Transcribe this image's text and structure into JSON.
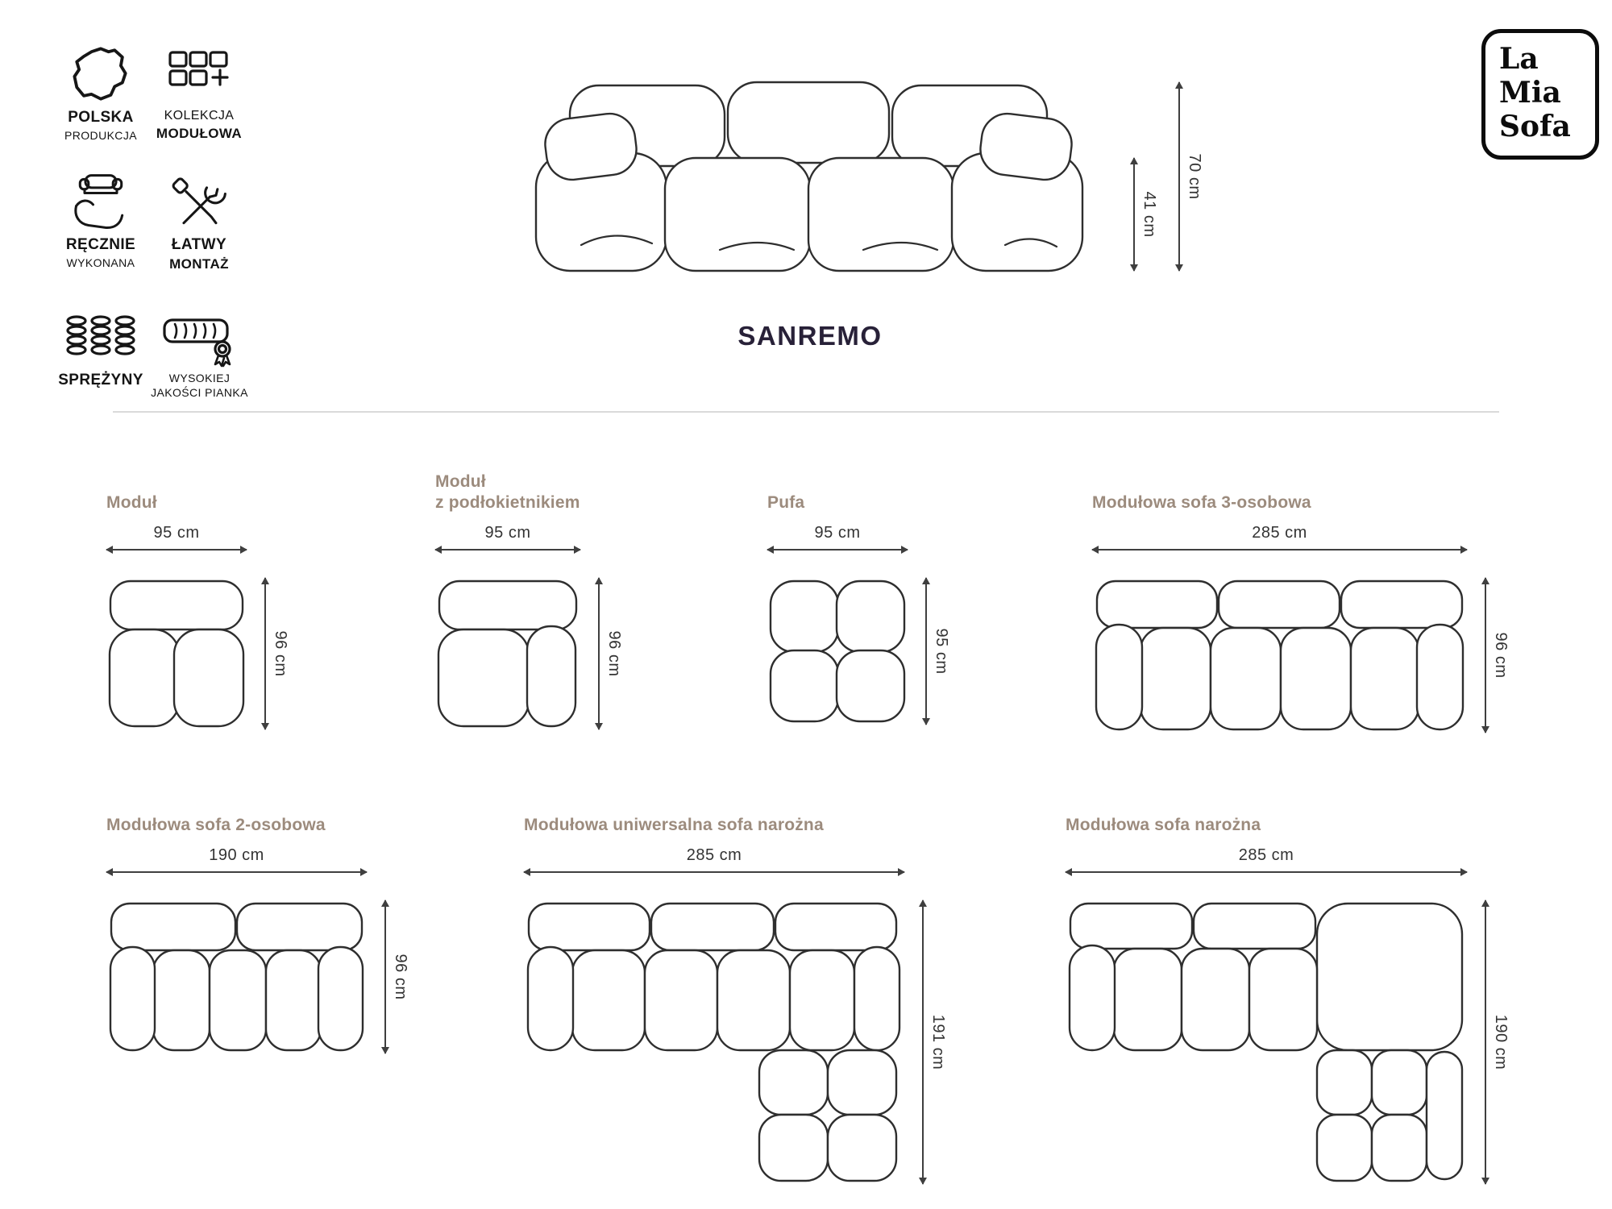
{
  "page": {
    "title": "SANREMO"
  },
  "brand": {
    "lines": [
      "La",
      "Mia",
      "Sofa"
    ]
  },
  "colors": {
    "accent_title": "#282138",
    "diagram_label": "#9c8b7d",
    "line_art": "#2e2e2e",
    "brand": "#0c0c0c"
  },
  "features": [
    {
      "icon": "poland-map-icon",
      "line1": "POLSKA",
      "line2": "PRODUKCJA"
    },
    {
      "icon": "modules-plus-icon",
      "line1": "KOLEKCJA",
      "line2": "MODUŁOWA"
    },
    {
      "icon": "hand-sofa-icon",
      "line1": "RĘCZNIE",
      "line2": "WYKONANA"
    },
    {
      "icon": "tools-icon",
      "line1": "ŁATWY",
      "line2": "MONTAŻ"
    },
    {
      "icon": "springs-icon",
      "line1": "SPRĘŻYNY",
      "line2": ""
    },
    {
      "icon": "foam-badge-icon",
      "line1": "WYSOKIEJ",
      "line2": "JAKOŚCI PIANKA"
    }
  ],
  "hero": {
    "dim_total_height": "70 cm",
    "dim_seat_height": "41 cm"
  },
  "diagrams": {
    "modul": {
      "title": "Moduł",
      "width": "95 cm",
      "height": "96 cm"
    },
    "modul_armrest": {
      "title": "Moduł\nz podłokietnikiem",
      "width": "95 cm",
      "height": "96 cm"
    },
    "pufa": {
      "title": "Pufa",
      "width": "95 cm",
      "height": "95 cm"
    },
    "sofa3": {
      "title": "Modułowa sofa 3-osobowa",
      "width": "285 cm",
      "height": "96 cm"
    },
    "sofa2": {
      "title": "Modułowa sofa 2-osobowa",
      "width": "190 cm",
      "height": "96 cm"
    },
    "corner_uni": {
      "title": "Modułowa uniwersalna sofa narożna",
      "width": "285 cm",
      "height": "191 cm"
    },
    "corner": {
      "title": "Modułowa sofa narożna",
      "width": "285 cm",
      "height": "190 cm"
    }
  }
}
